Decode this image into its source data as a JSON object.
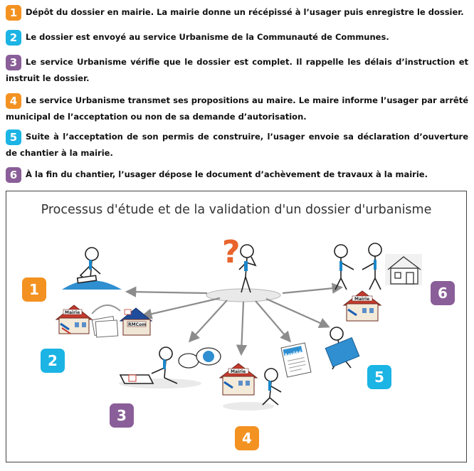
{
  "colors": {
    "orange": "#f39221",
    "cyan": "#1bb4e4",
    "purple": "#8a5e98",
    "arrow": "#8c8c8c",
    "blue_accent": "#1a86c8",
    "roof_red": "#c53a2e"
  },
  "steps": [
    {
      "number": "1",
      "color": "#f39221",
      "text": "Dépôt du dossier en mairie. La mairie donne un récépissé à l’usager puis enregistre le dossier."
    },
    {
      "number": "2",
      "color": "#1bb4e4",
      "text": "Le dossier est envoyé au service Urbanisme de la Communauté de Communes."
    },
    {
      "number": "3",
      "color": "#8a5e98",
      "text": "Le service Urbanisme vérifie que le dossier est complet. Il rappelle les délais d’instruction et instruit le dossier."
    },
    {
      "number": "4",
      "color": "#f39221",
      "text": "Le service Urbanisme transmet ses propositions au maire. Le maire informe l’usager par arrêté municipal de l’acceptation ou non de sa demande d’autorisation."
    },
    {
      "number": "5",
      "color": "#1bb4e4",
      "text": "Suite à l’acceptation de son permis de construire, l’usager envoie sa déclaration d’ouverture de chantier à la mairie."
    },
    {
      "number": "6",
      "color": "#8a5e98",
      "text": "À la fin du chantier, l’usager dépose le document d’achèvement de travaux à la mairie."
    }
  ],
  "diagram": {
    "title": "Processus d'étude et de la validation d'un dossier d'urbanisme",
    "labels": {
      "mairie": "Mairie",
      "rmcom": "RMCom",
      "arrete": "Arrêté"
    },
    "question_mark": "?",
    "icons": [
      "person-signing-icon",
      "thinking-person-icon",
      "handshake-icon",
      "house-sketch-icon",
      "mairie-building-icon",
      "documents-icon",
      "person-laptop-icon",
      "speech-bubbles-icon",
      "person-reading-icon",
      "person-carrying-file-icon"
    ]
  }
}
